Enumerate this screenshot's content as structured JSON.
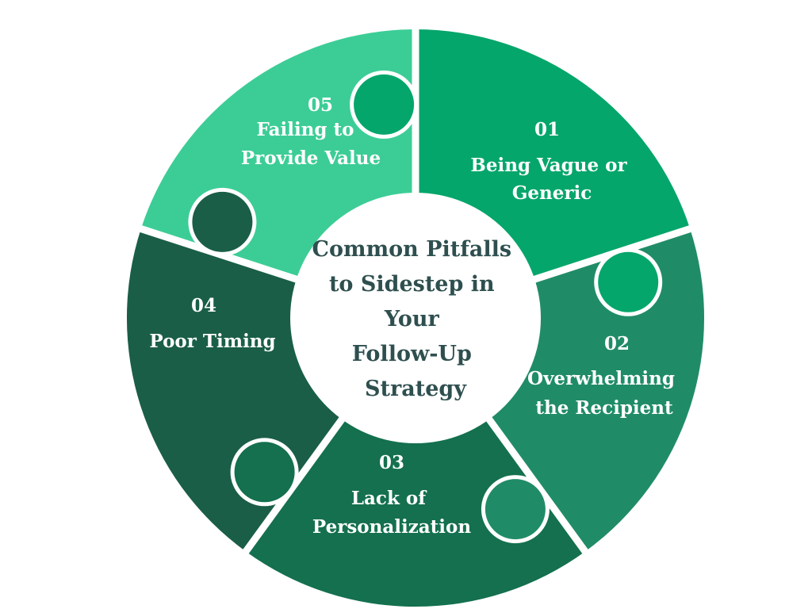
{
  "center": {
    "lines": [
      "Common Pitfalls",
      "to Sidestep in",
      "Your",
      "Follow-Up",
      "Strategy"
    ]
  },
  "segments": [
    {
      "number": "01",
      "lines": [
        "Being Vague or",
        "Generic"
      ],
      "color": "#05a66b"
    },
    {
      "number": "02",
      "lines": [
        "Overwhelming",
        "the Recipient"
      ],
      "color": "#208c67"
    },
    {
      "number": "03",
      "lines": [
        "Lack of",
        "Personalization"
      ],
      "color": "#14704e"
    },
    {
      "number": "04",
      "lines": [
        "Poor Timing"
      ],
      "color": "#1a5e47"
    },
    {
      "number": "05",
      "lines": [
        "Failing to",
        "Provide Value"
      ],
      "color": "#3ccd96"
    }
  ],
  "colors": {
    "background": "#ffffff",
    "gap": "#ffffff",
    "center_text": "#2f4f4f"
  }
}
